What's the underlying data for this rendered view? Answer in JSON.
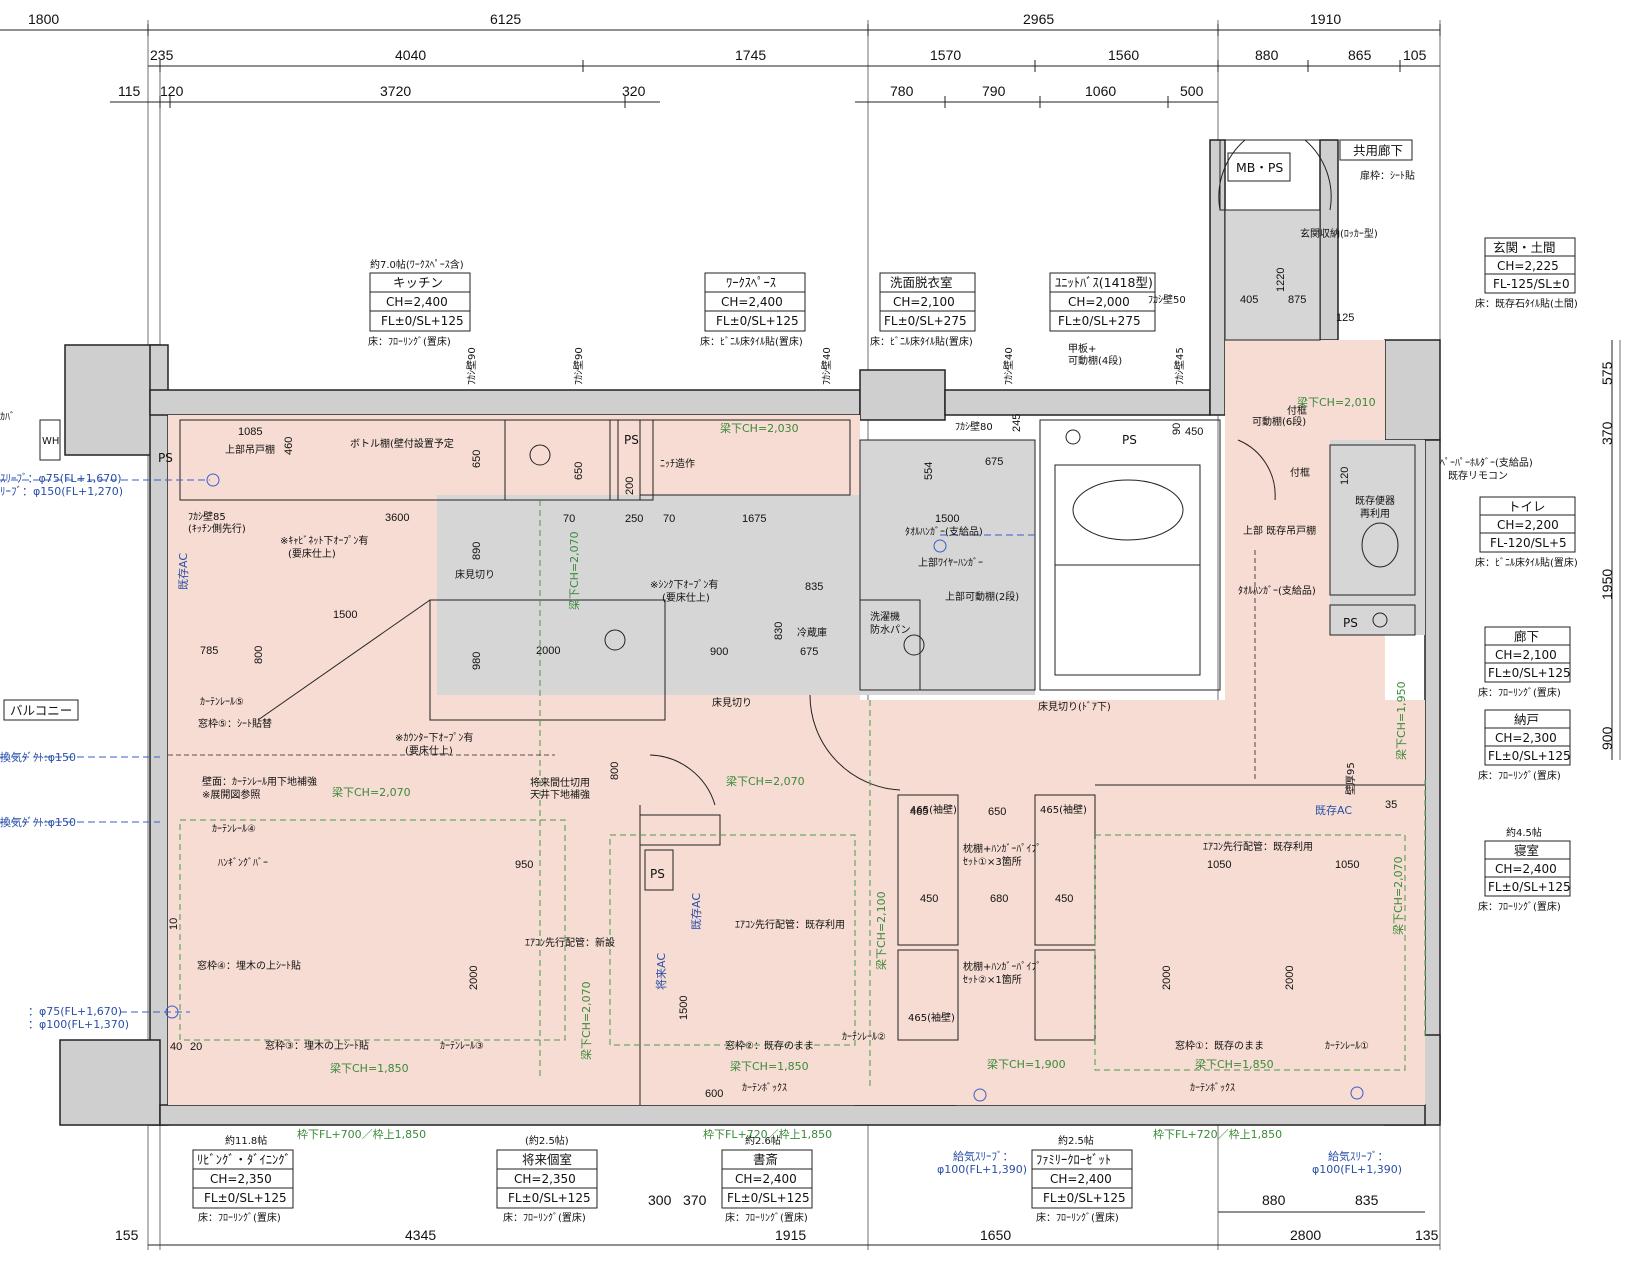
{
  "dimensions": {
    "top1": [
      "1800",
      "6125",
      "2965",
      "1910"
    ],
    "top2": [
      "235",
      "4040",
      "1745",
      "1570",
      "1560",
      "880",
      "865",
      "105"
    ],
    "top3": [
      "115",
      "120",
      "3720",
      "320",
      "780",
      "790",
      "1060",
      "500"
    ],
    "bottom": [
      "155",
      "4345",
      "1915",
      "1650",
      "2800",
      "135"
    ],
    "bottom_small": [
      "300",
      "370",
      "880",
      "835"
    ],
    "right": [
      "575",
      "370",
      "1950",
      "900"
    ]
  },
  "rooms": {
    "kitchen": {
      "above": "約7.0帖(ﾜｰｸｽﾍﾟｰｽ含)",
      "name": "キッチン",
      "ch": "CH=2,400",
      "fl": "FL±0/SL+125",
      "floor": "床：ﾌﾛｰﾘﾝｸﾞ(置床)"
    },
    "workspace": {
      "name": "ﾜｰｸｽﾍﾟｰｽ",
      "ch": "CH=2,400",
      "fl": "FL±0/SL+125",
      "floor": "床：ﾋﾞﾆﾙ床ﾀｲﾙ貼(置床)"
    },
    "washroom": {
      "name": "洗面脱衣室",
      "ch": "CH=2,100",
      "fl": "FL±0/SL+275",
      "floor": "床：ﾋﾞﾆﾙ床ﾀｲﾙ貼(置床)"
    },
    "bath": {
      "name": "ﾕﾆｯﾄﾊﾞｽ(1418型)",
      "ch": "CH=2,000",
      "fl": "FL±0/SL+275"
    },
    "entrance": {
      "name": "玄関・土間",
      "ch": "CH=2,225",
      "fl": "FL-125/SL±0",
      "floor": "床：既存石ﾀｲﾙ貼(土間)"
    },
    "toilet": {
      "name": "トイレ",
      "ch": "CH=2,200",
      "fl": "FL-120/SL+5",
      "floor": "床：ﾋﾞﾆﾙ床ﾀｲﾙ貼(置床)"
    },
    "hall": {
      "name": "廊下",
      "ch": "CH=2,100",
      "fl": "FL±0/SL+125",
      "floor": "床：ﾌﾛｰﾘﾝｸﾞ(置床)"
    },
    "storage": {
      "name": "納戸",
      "ch": "CH=2,300",
      "fl": "FL±0/SL+125",
      "floor": "床：ﾌﾛｰﾘﾝｸﾞ(置床)"
    },
    "bedroom": {
      "above": "約4.5帖",
      "name": "寝室",
      "ch": "CH=2,400",
      "fl": "FL±0/SL+125",
      "floor": "床：ﾌﾛｰﾘﾝｸﾞ(置床)"
    },
    "living": {
      "above": "約11.8帖",
      "name": "ﾘﾋﾞﾝｸﾞ・ﾀﾞｲﾆﾝｸﾞ",
      "ch": "CH=2,350",
      "fl": "FL±0/SL+125",
      "floor": "床：ﾌﾛｰﾘﾝｸﾞ(置床)"
    },
    "future": {
      "above": "(約2.5帖)",
      "name": "将来個室",
      "ch": "CH=2,350",
      "fl": "FL±0/SL+125",
      "floor": "床：ﾌﾛｰﾘﾝｸﾞ(置床)"
    },
    "study": {
      "above": "約2.6帖",
      "name": "書斎",
      "ch": "CH=2,400",
      "fl": "FL±0/SL+125",
      "floor": "床：ﾌﾛｰﾘﾝｸﾞ(置床)"
    },
    "closet": {
      "above": "約2.5帖",
      "name": "ﾌｧﾐﾘｰｸﾛｰｾﾞｯﾄ",
      "ch": "CH=2,400",
      "fl": "FL±0/SL+125",
      "floor": "床：ﾌﾛｰﾘﾝｸﾞ(置床)"
    }
  },
  "labels": {
    "mbps": "MB・PS",
    "common_hall": "共用廊下",
    "balcony": "バルコニー",
    "ps": "PS",
    "wh": "WH",
    "door_frame": "扉枠：ｼｰﾄ貼",
    "entrance_storage": "玄関収納(ﾛｯｶｰ型)",
    "fukashi50": "ﾌｶｼ壁50",
    "fukashi85": "ﾌｶｼ壁85",
    "fukashi85_sub": "(ｷｯﾁﾝ側先行)",
    "fukashi90a": "ﾌｶｼ壁90",
    "fukashi90b": "ﾌｶｼ壁90",
    "fukashi40a": "ﾌｶｼ壁40",
    "fukashi40b": "ﾌｶｼ壁40",
    "fukashi45": "ﾌｶｼ壁45",
    "fukashi80": "ﾌｶｼ壁80",
    "wall95": "壁厚95",
    "upper_cab": "上部吊戸棚",
    "bottle_shelf": "ボトル棚(壁付設置予定",
    "niche": "ﾆｯﾁ造作",
    "kit_cab_open": "※ｷｬﾋﾞﾈｯﾄ下ｵｰﾌﾟﾝ有",
    "kit_cab_open2": "(要床仕上)",
    "sink_open": "※ｼﾝｸ下ｵｰﾌﾟﾝ有",
    "sink_open2": "(要床仕上)",
    "counter_open": "※ｶｳﾝﾀｰ下ｵｰﾌﾟﾝ有",
    "counter_open2": "(要床仕上)",
    "floor_break1": "床見切り",
    "floor_break2": "床見切り",
    "floor_break3": "床見切り(ﾄﾞｱ下)",
    "fridge": "冷蔵庫",
    "towel1": "ﾀｵﾙﾊﾝｶﾞｰ(支給品)",
    "towel2": "ﾀｵﾙﾊﾝｶﾞｰ(支給品)",
    "wire_hanger": "上部ﾜｲﾔｰﾊﾝｶﾞｰ",
    "upper_shelf": "上部可動棚(2段)",
    "washer": "洗濯機",
    "washer_pan": "防水パン",
    "shelf_board": "甲板+",
    "shelf_movable4": "可動棚(4段)",
    "shelf_movable6": "可動棚(6段)",
    "frame1": "付框",
    "frame2": "付框",
    "paper_holder": "ﾍﾟｰﾊﾟｰﾎﾙﾀﾞｰ(支給品)",
    "remote": "既存リモコン",
    "toilet_existing": "既存便器",
    "toilet_reuse": "再利用",
    "upper_existing": "上部 既存吊戸棚",
    "curtain5": "ｶｰﾃﾝﾚｰﾙ⑤",
    "curtain4": "ｶｰﾃﾝﾚｰﾙ④",
    "curtain3": "ｶｰﾃﾝﾚｰﾙ③",
    "curtain2": "ｶｰﾃﾝﾚｰﾙ②",
    "curtain1": "ｶｰﾃﾝﾚｰﾙ①",
    "window5": "窓枠⑤：ｼｰﾄ貼替",
    "window4": "窓枠④：埋木の上ｼｰﾄ貼",
    "window3": "窓枠③：埋木の上ｼｰﾄ貼",
    "window2": "窓枠②：既存のまま",
    "window1": "窓枠①：既存のまま",
    "wall_reinforce": "壁面：ｶｰﾃﾝﾚｰﾙ用下地補強",
    "wall_reinforce2": "※展開図参照",
    "hanging_bar": "ﾊﾝｷﾞﾝｸﾞﾊﾞｰ",
    "future_partition": "将来間仕切用",
    "future_partition2": "天井下地補強",
    "ac_new": "ｴｱｺﾝ先行配管：新設",
    "ac_existing": "ｴｱｺﾝ先行配管：既存利用",
    "ac_existing2": "ｴｱｺﾝ先行配管：既存利用",
    "shelf_pipe1": "枕棚+ﾊﾝｶﾞｰﾊﾟｲﾌﾟ",
    "shelf_pipe1b": "ｾｯﾄ①×3箇所",
    "shelf_pipe2": "枕棚+ﾊﾝｶﾞｰﾊﾟｲﾌﾟ",
    "shelf_pipe2b": "ｾｯﾄ②×1箇所",
    "wall465a": "465(袖壁)",
    "wall465b": "465(袖壁)",
    "wall465c": "465(袖壁)",
    "curtain_box1": "ｶｰﾃﾝﾎﾞｯｸｽ",
    "curtain_box2": "ｶｰﾃﾝﾎﾞｯｸｽ",
    "sash_living": "枠下FL+700／枠上1,850",
    "sash_study": "枠下FL+720／枠上1,850",
    "sash_bed": "枠下FL+720／枠上1,850",
    "existing_ac1": "既存AC",
    "existing_ac2": "既存AC",
    "future_ac": "将来AC",
    "existing_ac3": "既存AC",
    "beam_h2030": "梁下CH=2,030",
    "beam_h2070a": "梁下CH=2,070",
    "beam_h2070b": "梁下CH=2,070",
    "beam_h2070c": "梁下CH=2,070",
    "beam_h2070d": "梁下CH=2,070",
    "beam_h2070e": "梁下CH=2,070",
    "beam_h1850a": "梁下CH=1,850",
    "beam_h1850b": "梁下CH=1,850",
    "beam_h1850c": "梁下CH=1,850",
    "beam_h1900": "梁下CH=1,900",
    "beam_h2010": "梁下CH=2,010",
    "beam_h1950": "梁下CH=1,950",
    "beam_h2100": "梁下CH=2,100",
    "duct_sleeve1": "ｽﾘｰﾌﾞ：φ75(FL+1,670)",
    "duct_sleeve2": "ﾘｰﾌﾞ：φ150(FL+1,270)",
    "vent1": "換気ﾀﾞｸﾄ:φ150",
    "vent2": "換気ﾀﾞｸﾄ:φ150",
    "duct_sleeve3": "：φ75(FL+1,670)",
    "duct_sleeve4": "：φ100(FL+1,370)",
    "supply1": "給気ｽﾘｰﾌﾞ：",
    "supply1b": "φ100(FL+1,390)",
    "supply2": "給気ｽﾘｰﾌﾞ：",
    "supply2b": "φ100(FL+1,390)",
    "cover": "ｶﾊﾞ"
  },
  "inner_dims": [
    "1085",
    "460",
    "3600",
    "650",
    "890",
    "980",
    "1500",
    "785",
    "800",
    "2000",
    "650",
    "70",
    "250",
    "70",
    "1675",
    "835",
    "830",
    "675",
    "900",
    "800",
    "1500",
    "675",
    "554",
    "245",
    "405",
    "875",
    "1220",
    "125",
    "90",
    "450",
    "120",
    "465",
    "650",
    "450",
    "680",
    "450",
    "950",
    "2000",
    "1050",
    "1050",
    "2000",
    "2000",
    "600",
    "1500",
    "35",
    "200",
    "10",
    "40",
    "20"
  ]
}
